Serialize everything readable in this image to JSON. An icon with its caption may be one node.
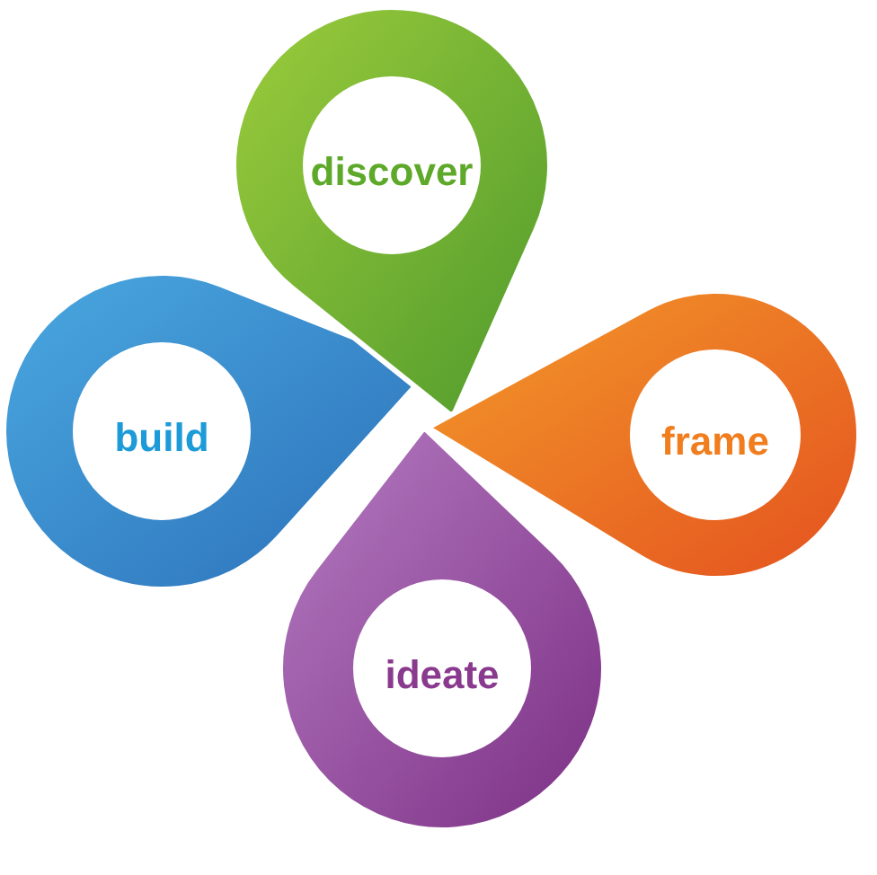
{
  "diagram": {
    "nodes": [
      {
        "text": [
          "discover"
        ]
      },
      {
        "text": [
          "build"
        ]
      },
      {
        "text": [
          "frame"
        ]
      },
      {
        "text": [
          "ideate"
        ]
      }
    ]
  }
}
